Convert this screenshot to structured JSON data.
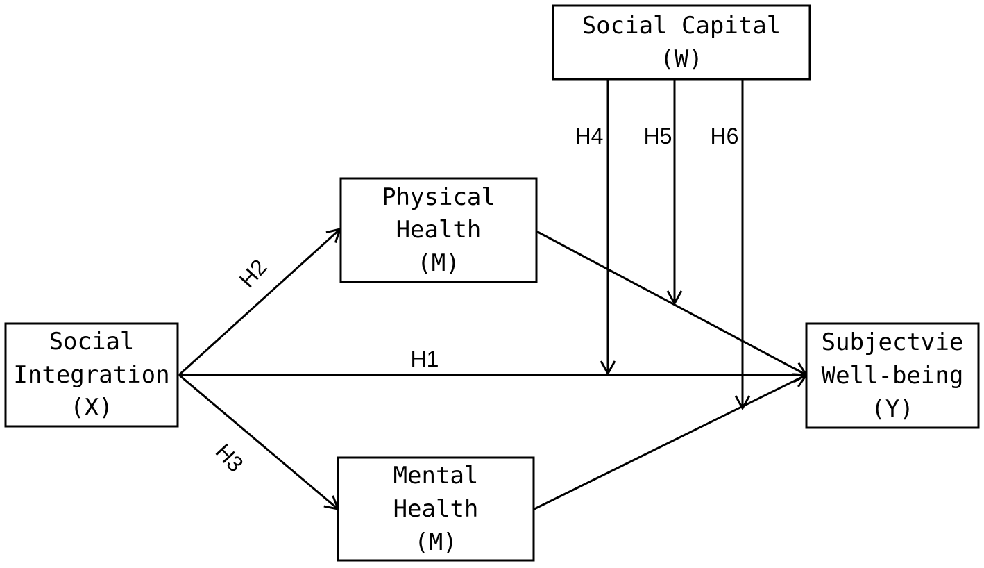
{
  "nodes": {
    "social_capital": {
      "line1": "Social Capital",
      "line2": "(W)"
    },
    "physical_health": {
      "line1": "Physical",
      "line2": "Health",
      "line3": "(M)"
    },
    "social_integration": {
      "line1": "Social",
      "line2": "Integration",
      "line3": "(X)"
    },
    "mental_health": {
      "line1": "Mental",
      "line2": "Health",
      "line3": "(M)"
    },
    "subjective_wellbeing": {
      "line1": "Subjectvie",
      "line2": "Well-being",
      "line3": "(Y)"
    }
  },
  "hypotheses": {
    "h1": "H1",
    "h2": "H2",
    "h3": "H3",
    "h4": "H4",
    "h5": "H5",
    "h6": "H6"
  },
  "colors": {
    "line": "#000000",
    "background": "#ffffff"
  }
}
